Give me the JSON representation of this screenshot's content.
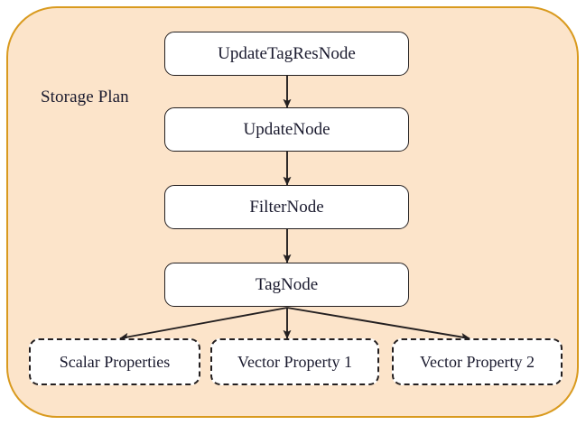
{
  "diagram": {
    "title": "Storage Plan",
    "colors": {
      "container_fill": "#fce4ca",
      "container_border": "#d99a1e",
      "node_fill": "#ffffff",
      "node_border": "#231f20",
      "text": "#1a1a2e",
      "page_background": "#ffffff"
    },
    "pipeline_nodes": [
      {
        "label": "UpdateTagResNode"
      },
      {
        "label": "UpdateNode"
      },
      {
        "label": "FilterNode"
      },
      {
        "label": "TagNode"
      }
    ],
    "leaf_nodes": [
      {
        "label": "Scalar Properties"
      },
      {
        "label": "Vector Property 1"
      },
      {
        "label": "Vector Property 2"
      }
    ],
    "edges": [
      {
        "from": "UpdateTagResNode",
        "to": "UpdateNode",
        "style": "solid-arrow"
      },
      {
        "from": "UpdateNode",
        "to": "FilterNode",
        "style": "solid-arrow"
      },
      {
        "from": "FilterNode",
        "to": "TagNode",
        "style": "solid-arrow"
      },
      {
        "from": "TagNode",
        "to": "Scalar Properties",
        "style": "solid-arrow"
      },
      {
        "from": "TagNode",
        "to": "Vector Property 1",
        "style": "solid-arrow"
      },
      {
        "from": "TagNode",
        "to": "Vector Property 2",
        "style": "solid-arrow"
      }
    ]
  }
}
